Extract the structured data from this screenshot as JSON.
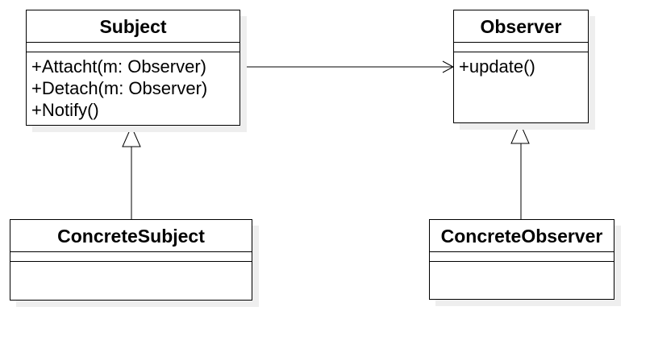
{
  "classes": {
    "subject": {
      "name": "Subject",
      "operations": [
        "+Attacht(m: Observer)",
        "+Detach(m: Observer)",
        "+Notify()"
      ]
    },
    "observer": {
      "name": "Observer",
      "operations": [
        "+update()"
      ]
    },
    "concrete_subject": {
      "name": "ConcreteSubject",
      "operations": []
    },
    "concrete_observer": {
      "name": "ConcreteObserver",
      "operations": []
    }
  },
  "relationships": [
    {
      "type": "association",
      "from": "Subject",
      "to": "Observer"
    },
    {
      "type": "generalization",
      "from": "ConcreteSubject",
      "to": "Subject"
    },
    {
      "type": "generalization",
      "from": "ConcreteObserver",
      "to": "Observer"
    }
  ],
  "colors": {
    "line": "#000000",
    "shadow": "#eeeeee",
    "fill": "#ffffff"
  }
}
